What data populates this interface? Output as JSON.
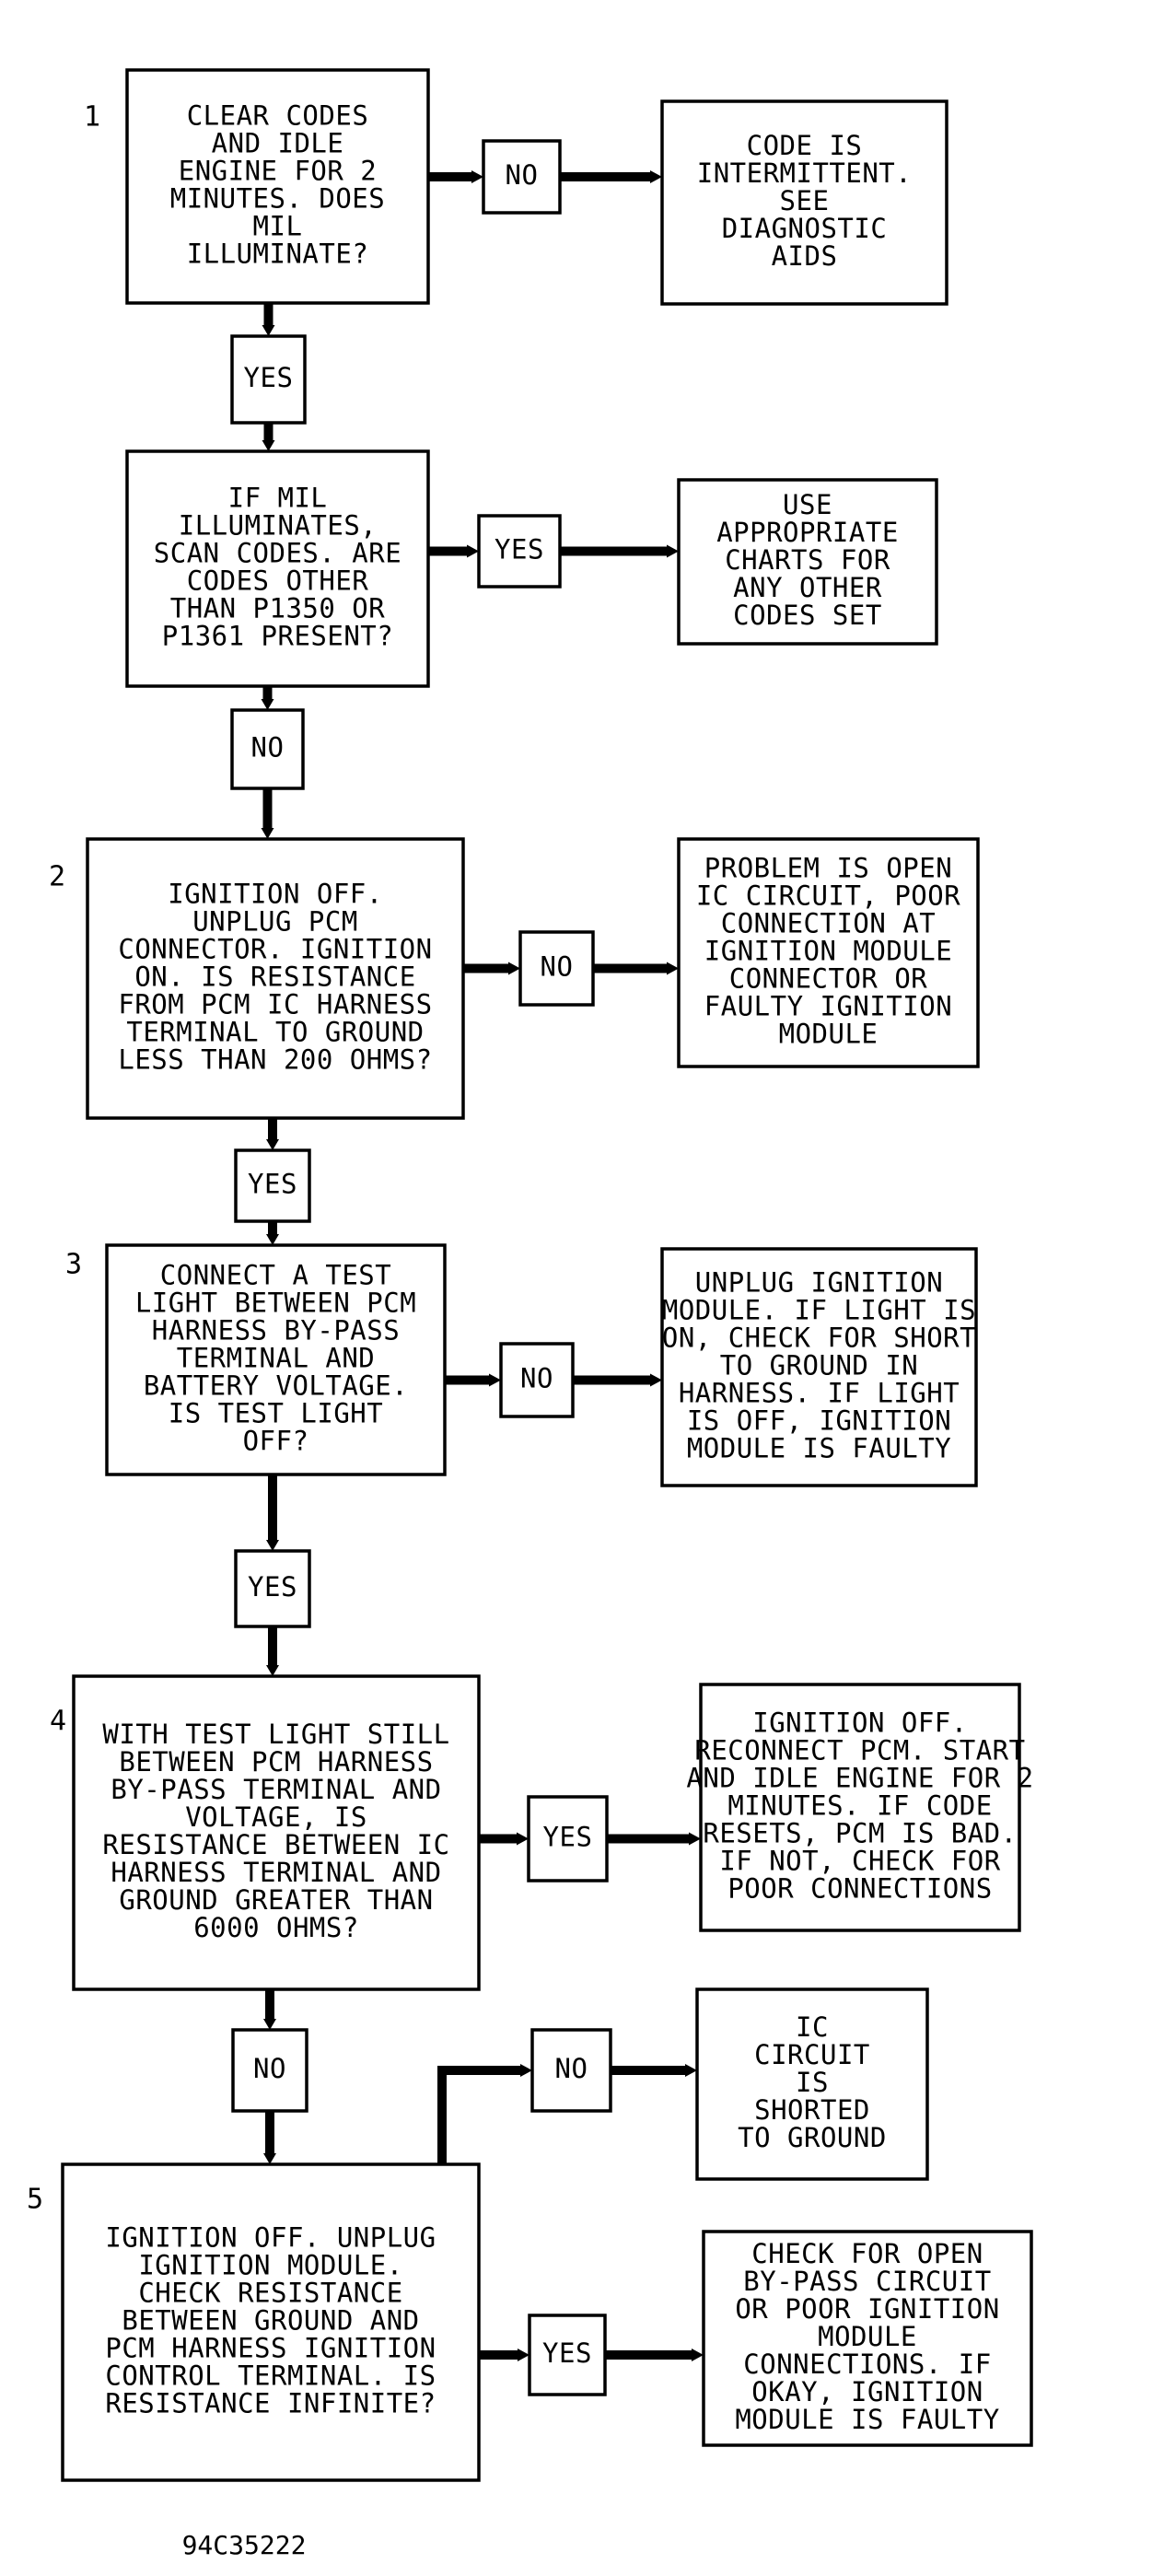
{
  "diagram": {
    "steps": [
      {
        "number": "1",
        "question": [
          "CLEAR CODES",
          "AND IDLE",
          "ENGINE FOR 2",
          "MINUTES. DOES",
          "MIL",
          "ILLUMINATE?"
        ],
        "side_label": "NO",
        "side_result": [
          "CODE IS",
          "INTERMITTENT.",
          "SEE",
          "DIAGNOSTIC",
          "AIDS"
        ],
        "down_label": "YES"
      },
      {
        "number": "",
        "question": [
          "IF MIL",
          "ILLUMINATES,",
          "SCAN CODES. ARE",
          "CODES OTHER",
          "THAN P1350 OR",
          "P1361 PRESENT?"
        ],
        "side_label": "YES",
        "side_result": [
          "USE",
          "APPROPRIATE",
          "CHARTS FOR",
          "ANY OTHER",
          "CODES SET"
        ],
        "down_label": "NO"
      },
      {
        "number": "2",
        "question": [
          "IGNITION OFF.",
          "UNPLUG PCM",
          "CONNECTOR. IGNITION",
          "ON. IS RESISTANCE",
          "FROM PCM IC HARNESS",
          "TERMINAL TO GROUND",
          "LESS THAN 200 OHMS?"
        ],
        "side_label": "NO",
        "side_result": [
          "PROBLEM IS OPEN",
          "IC CIRCUIT, POOR",
          "CONNECTION AT",
          "IGNITION MODULE",
          "CONNECTOR OR",
          "FAULTY IGNITION",
          "MODULE"
        ],
        "down_label": "YES"
      },
      {
        "number": "3",
        "question": [
          "CONNECT A TEST",
          "LIGHT BETWEEN PCM",
          "HARNESS BY-PASS",
          "TERMINAL AND",
          "BATTERY VOLTAGE.",
          "IS TEST LIGHT",
          "OFF?"
        ],
        "side_label": "NO",
        "side_result": [
          "UNPLUG IGNITION",
          "MODULE. IF LIGHT IS",
          "ON, CHECK FOR SHORT",
          "TO GROUND IN",
          "HARNESS. IF LIGHT",
          "IS OFF, IGNITION",
          "MODULE IS FAULTY"
        ],
        "down_label": "YES"
      },
      {
        "number": "4",
        "question": [
          "WITH TEST LIGHT STILL",
          "BETWEEN PCM HARNESS",
          "BY-PASS TERMINAL AND",
          "VOLTAGE, IS",
          "RESISTANCE BETWEEN IC",
          "HARNESS TERMINAL AND",
          "GROUND GREATER THAN",
          "6000 OHMS?"
        ],
        "side_label": "YES",
        "side_result": [
          "IGNITION OFF.",
          "RECONNECT PCM. START",
          "AND IDLE ENGINE FOR 2",
          "MINUTES. IF CODE",
          "RESETS, PCM IS BAD.",
          "IF NOT, CHECK FOR",
          "POOR CONNECTIONS"
        ],
        "down_label": "NO"
      },
      {
        "number": "5",
        "question": [
          "IGNITION OFF. UNPLUG",
          "IGNITION MODULE.",
          "CHECK RESISTANCE",
          "BETWEEN GROUND AND",
          "PCM HARNESS IGNITION",
          "CONTROL TERMINAL. IS",
          "RESISTANCE INFINITE?"
        ],
        "upper_label": "NO",
        "upper_result": [
          "IC",
          "CIRCUIT",
          "IS",
          "SHORTED",
          "TO GROUND"
        ],
        "side_label": "YES",
        "side_result": [
          "CHECK FOR OPEN",
          "BY-PASS CIRCUIT",
          "OR POOR IGNITION",
          "MODULE",
          "CONNECTIONS. IF",
          "OKAY, IGNITION",
          "MODULE IS FAULTY"
        ]
      }
    ],
    "figure_ref": "94C35222"
  }
}
